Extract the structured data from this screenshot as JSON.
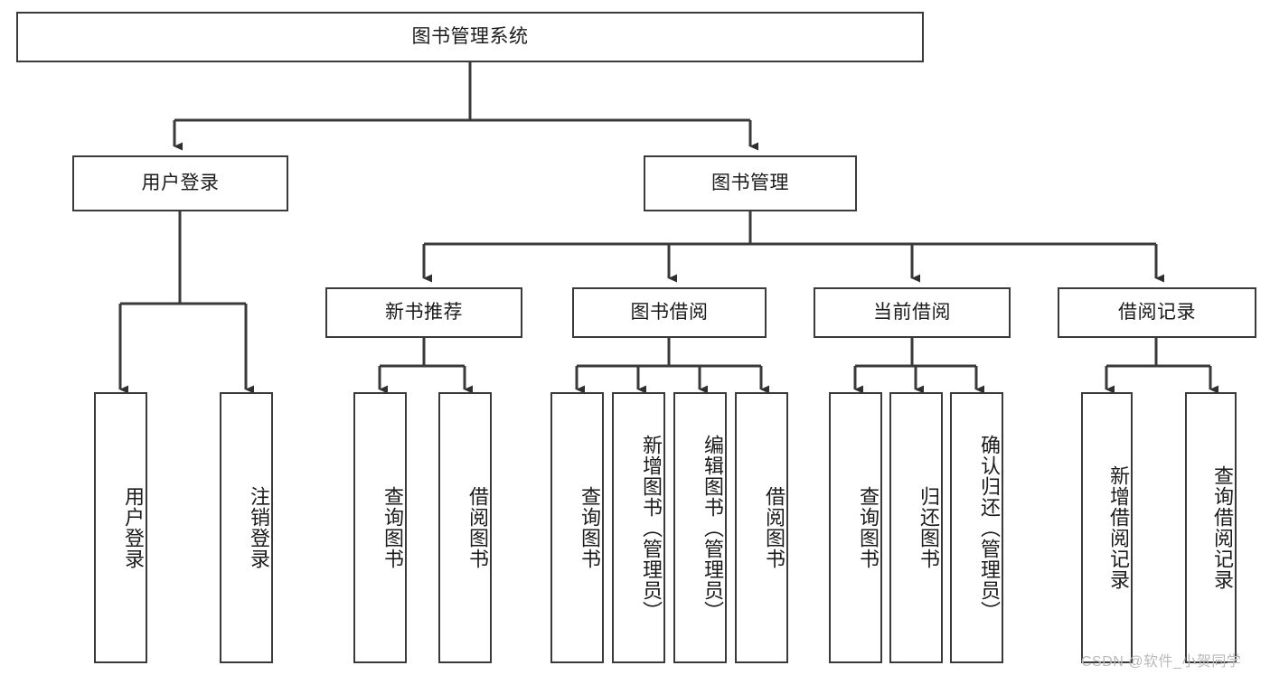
{
  "diagram": {
    "type": "tree-hierarchy-chart",
    "title": "图书管理系统",
    "root": {
      "label": "图书管理系统"
    },
    "level2": [
      {
        "label": "用户登录"
      },
      {
        "label": "图书管理"
      }
    ],
    "level3": [
      {
        "label": "新书推荐"
      },
      {
        "label": "图书借阅"
      },
      {
        "label": "当前借阅"
      },
      {
        "label": "借阅记录"
      }
    ],
    "leaves": {
      "user_login": [
        {
          "label": "用户登录"
        },
        {
          "label": "注销登录"
        }
      ],
      "new_book_recommend": [
        {
          "label": "查询图书"
        },
        {
          "label": "借阅图书"
        }
      ],
      "book_borrow": [
        {
          "label": "查询图书"
        },
        {
          "label": "新增图书（管理员）"
        },
        {
          "label": "编辑图书（管理员）"
        },
        {
          "label": "借阅图书"
        }
      ],
      "current_borrow": [
        {
          "label": "查询图书"
        },
        {
          "label": "归还图书"
        },
        {
          "label": "确认归还（管理员）"
        }
      ],
      "borrow_record": [
        {
          "label": "新增借阅记录"
        },
        {
          "label": "查询借阅记录"
        }
      ]
    }
  },
  "watermark": {
    "text": "CSDN @软件_小贺同学"
  },
  "colors": {
    "stroke": "#3a3a3a",
    "text": "#1b1b1b",
    "background": "#ffffff",
    "watermark": "#b9b9b9"
  }
}
